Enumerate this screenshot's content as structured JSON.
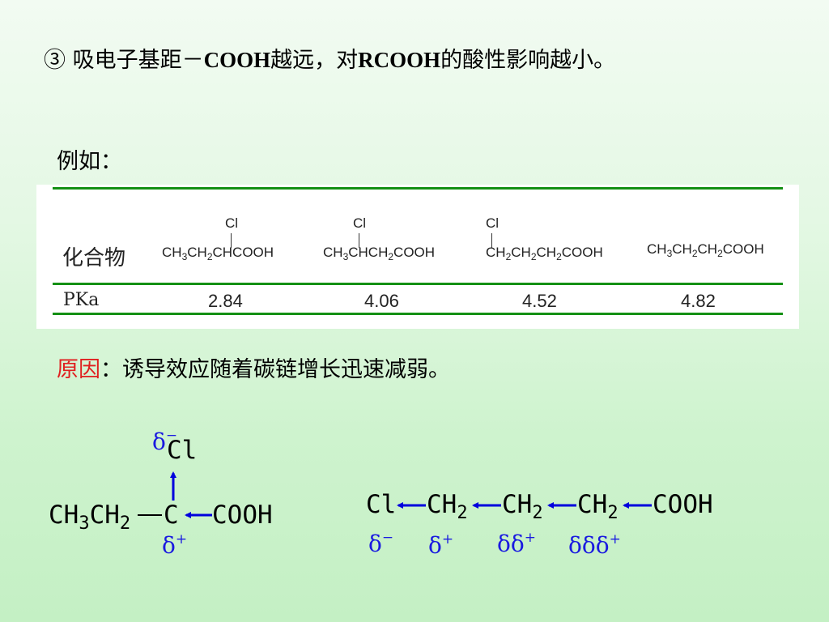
{
  "heading": {
    "marker": "③",
    "part1": "吸电子基距－",
    "bold1": "COOH",
    "part2": "越远，对",
    "bold2": "RCOOH",
    "part3": "的酸性影响越小。"
  },
  "example_label": "例如：",
  "table": {
    "row_header_compound": "化合物",
    "row_header_pka": "PKa",
    "columns": [
      {
        "substituent": "Cl",
        "formula": "CH3CH2CHCOOH",
        "pka": "2.84"
      },
      {
        "substituent": "Cl",
        "formula": "CH3CHCH2COOH",
        "pka": "4.06"
      },
      {
        "substituent": "Cl",
        "formula": "CH2CH2CH2COOH",
        "pka": "4.52"
      },
      {
        "substituent": "",
        "formula": "CH3CH2CH2COOH",
        "pka": "4.82"
      }
    ]
  },
  "reason": {
    "label": "原因",
    "text": "：诱导效应随着碳链增长迅速减弱。"
  },
  "diagram_left": {
    "top_atom": "Cl",
    "chain": "CH3CH2",
    "center": "C",
    "right_group": "COOH",
    "delta_top": "δ−",
    "delta_bottom": "δ+"
  },
  "diagram_right": {
    "groups": [
      "Cl",
      "CH2",
      "CH2",
      "CH2",
      "COOH"
    ],
    "deltas": [
      "δ−",
      "δ+",
      "δδ+",
      "δδδ+"
    ]
  },
  "colors": {
    "delta_blue": "#1a1ae0",
    "arrow_blue": "#0000dd",
    "table_rule_green": "#149014",
    "reason_red": "#e02020"
  }
}
